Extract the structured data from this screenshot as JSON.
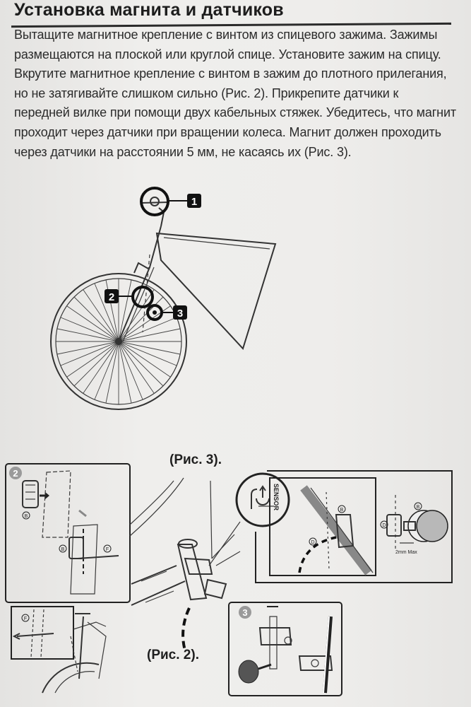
{
  "heading": "Установка магнита и датчиков",
  "paragraph": "Вытащите магнитное крепление с винтом из спицевого зажима. Зажимы размещаются на плоской или круглой спице. Установите зажим на спицу. Вкрутите магнитное крепление с винтом в зажим до плотного прилегания, но не затягивайте слишком сильно (Рис. 2). Прикрепите датчики к передней вилке при помощи двух кабельных стяжек. Убедитесь, что магнит проходит через датчики при вращении колеса. Магнит должен проходить через датчики на расстоянии 5 мм, не касаясь их (Рис. 3).",
  "figure_main": {
    "callouts": [
      "1",
      "2",
      "3"
    ]
  },
  "figures": {
    "fig3_caption": "(Рис. 3).",
    "fig2_caption": "(Рис. 2).",
    "panel2_number": "2",
    "panel3_number": "3",
    "sensor_label": "SENSOR",
    "gap_label": "2mm Max",
    "letter_b": "B",
    "letter_f": "F",
    "letter_d": "D"
  }
}
